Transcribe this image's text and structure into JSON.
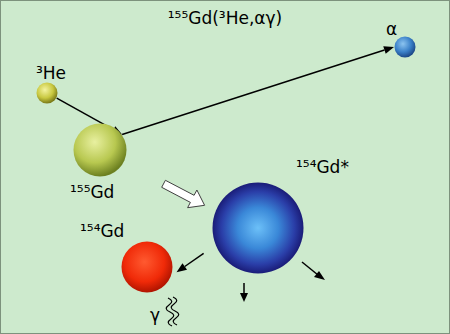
{
  "diagram": {
    "title": "¹⁵⁵Gd(³He,αγ)",
    "nodes": [
      {
        "text": [
          "³He"
        ]
      },
      {
        "text": [
          "¹⁵⁵Gd"
        ]
      },
      {
        "text": [
          "α"
        ]
      },
      {
        "text": [
          "¹⁵⁴Gd*"
        ]
      },
      {
        "text": [
          "¹⁵⁴Gd"
        ]
      }
    ],
    "edges": [
      {
        "from": 0,
        "to": 1,
        "arrow": "to"
      },
      {
        "from": 1,
        "to": 2,
        "arrow": "to"
      },
      {
        "from": 1,
        "to": 3,
        "arrow": "to"
      },
      {
        "from": 3,
        "to": 4,
        "arrow": "to"
      }
    ],
    "labels": [
      "γ"
    ]
  }
}
